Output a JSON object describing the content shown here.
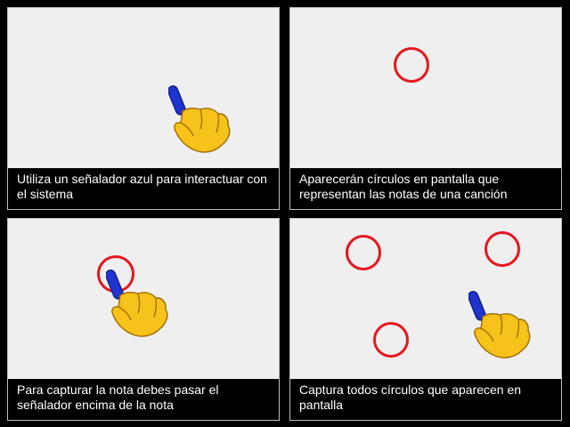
{
  "colors": {
    "ring": "#e5161f",
    "pointer": "#1f33cf",
    "hand": "#f7c21a",
    "caption_bg": "#000000",
    "panel_bg": "#efefef"
  },
  "panels": [
    {
      "caption": "Utiliza un señalador azul para interactuar con el sistema",
      "icons": [
        "hand-pointer-icon"
      ]
    },
    {
      "caption": "Aparecerán círculos en pantalla que representan las notas de una canción",
      "icons": [
        "note-circle-icon"
      ]
    },
    {
      "caption": "Para capturar la nota debes pasar el señalador encima de la nota",
      "icons": [
        "note-circle-icon",
        "hand-pointer-icon"
      ]
    },
    {
      "caption": "Captura todos círculos que aparecen en pantalla",
      "icons": [
        "note-circle-icon",
        "note-circle-icon",
        "note-circle-icon",
        "hand-pointer-icon"
      ]
    }
  ]
}
